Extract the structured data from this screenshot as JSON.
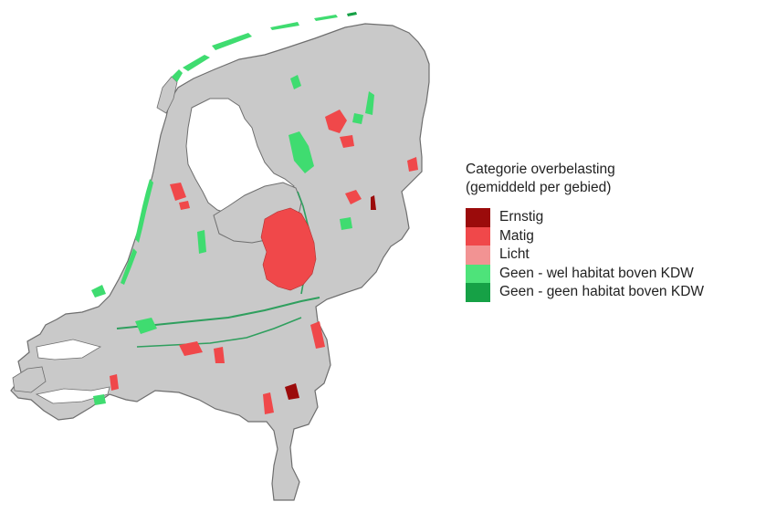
{
  "legend": {
    "title_line1": "Categorie overbelasting",
    "title_line2": "(gemiddeld per gebied)",
    "items": [
      {
        "label": "Ernstig",
        "color": "#9b0b0b"
      },
      {
        "label": "Matig",
        "color": "#f0484a"
      },
      {
        "label": "Licht",
        "color": "#f29393"
      },
      {
        "label": "Geen - wel habitat boven KDW",
        "color": "#4ee37a"
      },
      {
        "label": "Geen - geen habitat boven KDW",
        "color": "#16a146"
      }
    ]
  },
  "colors": {
    "land": "#c9c9c9",
    "water": "#ffffff",
    "border": "#6e6e6e"
  }
}
